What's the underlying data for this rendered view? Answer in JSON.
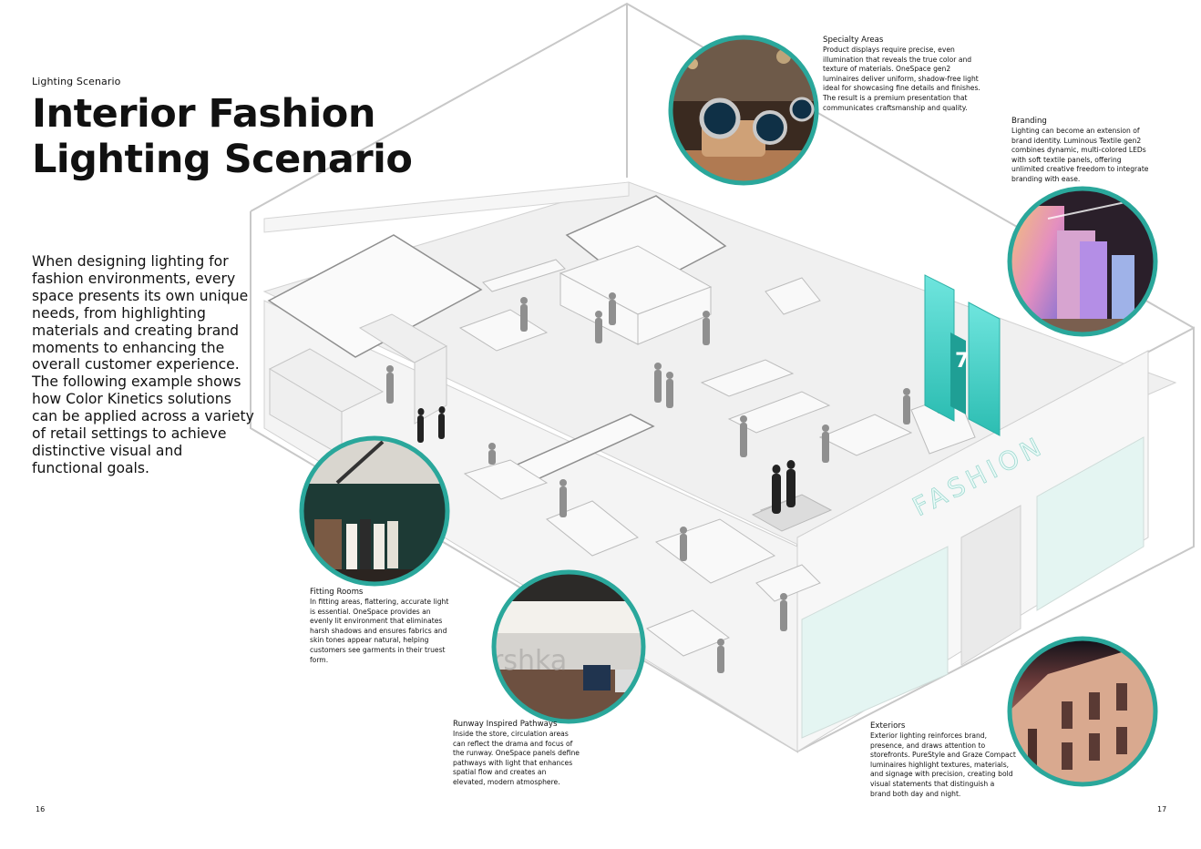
{
  "header": {
    "eyebrow": "Lighting Scenario",
    "title_line1": "Interior Fashion",
    "title_line2": "Lighting Scenario"
  },
  "intro": "When designing lighting for fashion environments, every space presents its own unique needs, from highlighting materials and creating brand moments to enhancing the overall customer experience. The following example shows how Color Kinetics solutions can be applied across a variety of retail settings to achieve distinctive visual and functional goals.",
  "storefront_sign": "FASHION",
  "photo_sign": "rshka",
  "callouts": {
    "specialty": {
      "title": "Specialty Areas",
      "body": "Product displays require precise, even illumination that reveals the true color and texture of materials. OneSpace gen2 luminaires deliver uniform, shadow-free light ideal for showcasing fine details and finishes. The result is a premium presentation that communicates craftsmanship and quality."
    },
    "branding": {
      "title": "Branding",
      "body": "Lighting can become an extension of brand identity. Luminous Textile gen2 combines dynamic, multi-colored LEDs with soft textile panels, offering unlimited creative freedom to integrate branding with ease."
    },
    "fitting": {
      "title": "Fitting Rooms",
      "body": "In fitting areas, flattering, accurate light is essential. OneSpace provides an evenly lit environment that eliminates harsh shadows and ensures fabrics and skin tones appear natural, helping customers see garments in their truest form."
    },
    "runway": {
      "title": "Runway Inspired Pathways",
      "body": "Inside the store, circulation areas can reflect the drama and focus of the runway. OneSpace panels define pathways with light that enhances spatial flow and creates an elevated, modern atmosphere."
    },
    "exteriors": {
      "title": "Exteriors",
      "body": "Exterior lighting reinforces brand, presence, and draws attention to storefronts. PureStyle and Graze Compact luminaires highlight textures, materials, and signage with precision, creating bold visual statements that distinguish a brand both day and night."
    }
  },
  "page_numbers": {
    "left": "16",
    "right": "17"
  },
  "colors": {
    "accent_teal": "#2aa79b",
    "line_gray": "#b9b9b9",
    "floor_gray": "#ececec",
    "sign_cyan": "#3fd3c9"
  }
}
